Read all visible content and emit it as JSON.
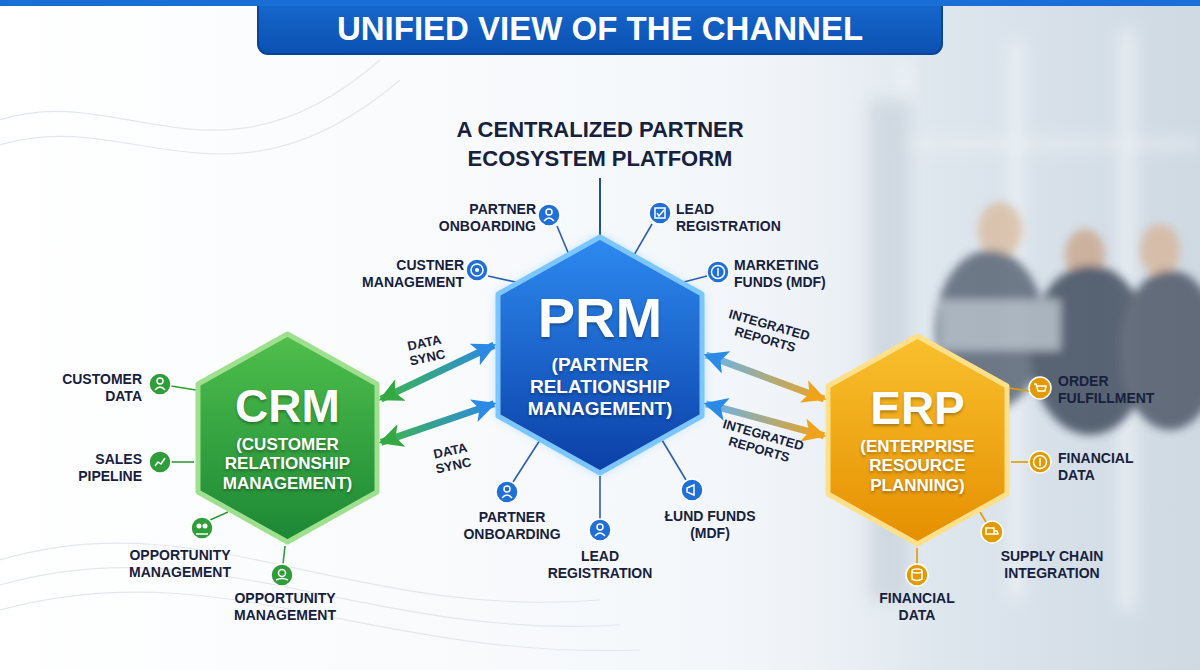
{
  "diagram": {
    "title": "UNIFIED VIEW OF THE CHANNEL",
    "nodes": [
      {
        "text": [
          "PRM",
          "(PARTNER RELATIONSHIP MANAGEMENT)"
        ]
      },
      {
        "text": [
          "CRM",
          "(CUSTOMER RELATIONSHIP MANAGEMENT)"
        ]
      },
      {
        "text": [
          "ERP",
          "(ENTERPRISE RESOURCE PLANNING)"
        ]
      }
    ],
    "edges": [
      {
        "from": 1,
        "to": 0,
        "arrow": "both",
        "label": "DATA SYNC"
      },
      {
        "from": 1,
        "to": 0,
        "arrow": "both",
        "label": "DATA SYNC"
      },
      {
        "from": 0,
        "to": 2,
        "arrow": "both",
        "label": "INTEGRATED REPORTS"
      },
      {
        "from": 0,
        "to": 2,
        "arrow": "both",
        "label": "INTEGRATED REPORTS"
      }
    ],
    "labels": [
      "A CENTRALIZED PARTNER ECOSYSTEM PLATFORM",
      "PARTNER ONBOARDING",
      "LEAD REGISTRATION",
      "CUSTNER MANAGEMENT",
      "MARKETING FUNDS (MDF)",
      "PARTNER ONBOARDING",
      "LEAD REGISTRATION",
      "ŁUND FUNDS (MDF)",
      "CUSTOMER DATA",
      "SALES PIPELINE",
      "OPPORTUNITY MANAGEMENT",
      "OPPORTUNITY MANAGEMENT",
      "ORDER FULFILLMENT",
      "FINANCIAL DATA",
      "SUPPLY CHAIN INTEGRATION",
      "FINANCIAL DATA"
    ]
  }
}
